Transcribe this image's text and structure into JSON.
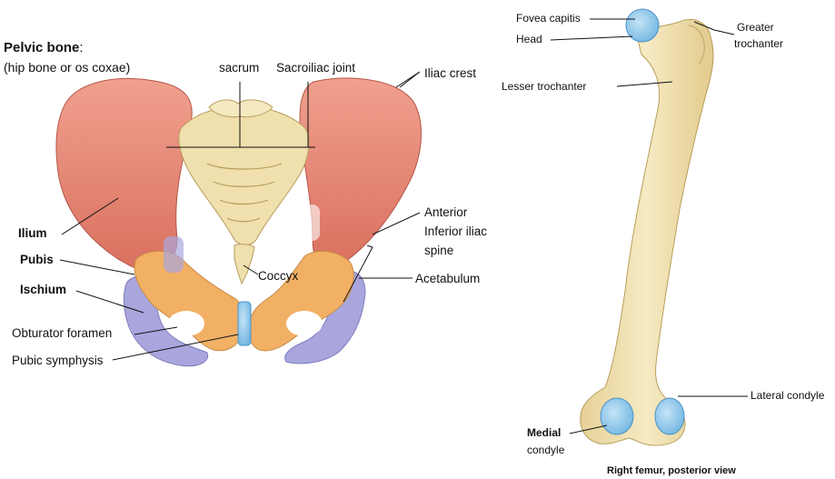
{
  "pelvis": {
    "title": "Pelvic bone",
    "title_suffix": ":",
    "subtitle": "(hip bone or os coxae)",
    "labels": {
      "sacrum": "sacrum",
      "sacroiliac": "Sacroiliac joint",
      "iliac_crest": "Iliac crest",
      "ilium": "Ilium",
      "pubis": "Pubis",
      "ischium": "Ischium",
      "obturator": "Obturator foramen",
      "pubic_symphysis": "Pubic symphysis",
      "coccyx": "Coccyx",
      "anterior_1": "Anterior",
      "anterior_2": "Inferior iliac",
      "anterior_3": "spine",
      "acetabulum": "Acetabulum"
    }
  },
  "femur": {
    "labels": {
      "fovea": "Fovea capitis",
      "head": "Head",
      "greater_1": "Greater",
      "greater_2": "trochanter",
      "lesser": "Lesser trochanter",
      "lateral": "Lateral condyle",
      "medial_1": "Medial",
      "medial_2": "condyle"
    },
    "caption": "Right femur, posterior view"
  },
  "colors": {
    "ilium": "#e8907a",
    "pubis": "#f2b065",
    "ischium": "#a9a6dd",
    "bone": "#f1e3b4",
    "cartilage": "#8ec7ea"
  }
}
